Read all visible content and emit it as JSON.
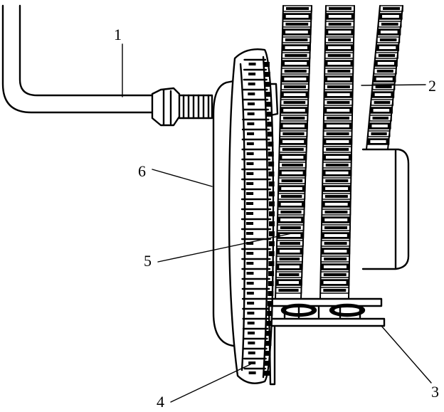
{
  "figure": {
    "callouts": [
      {
        "id": "c1",
        "text": "1"
      },
      {
        "id": "c2",
        "text": "2"
      },
      {
        "id": "c3",
        "text": "3"
      },
      {
        "id": "c4",
        "text": "4"
      },
      {
        "id": "c5",
        "text": "5"
      },
      {
        "id": "c6",
        "text": "6"
      }
    ],
    "colors": {
      "line": "#000000",
      "background": "#ffffff"
    }
  }
}
